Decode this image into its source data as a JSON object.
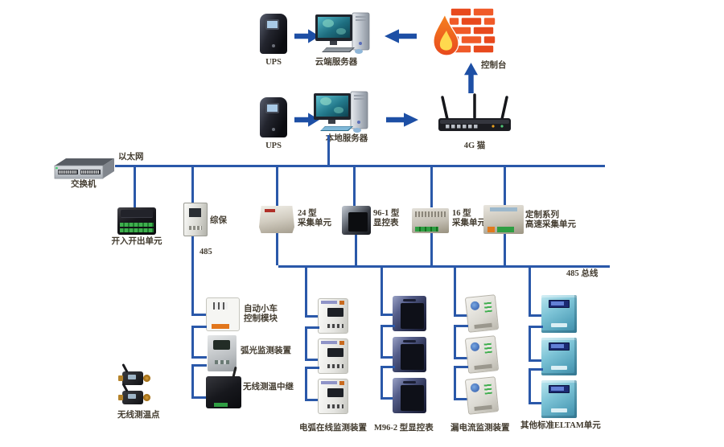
{
  "colors": {
    "line": "#2a58a9",
    "arrow": "#1d4fa5",
    "label": "#433c30"
  },
  "top_row": {
    "ups": "UPS",
    "cloud_server": "云端服务器",
    "console": "控制台"
  },
  "mid_row": {
    "ups": "UPS",
    "local_server": "本地服务器",
    "modem": "4G 猫"
  },
  "lan": {
    "ethernet": "以太网",
    "switch": "交换机"
  },
  "tier1": {
    "io_unit": "开入开出单元",
    "protection": "综保",
    "branch_485": "485",
    "collector24": [
      "24 型",
      "采集单元"
    ],
    "display96": [
      "96-1 型",
      "显控表"
    ],
    "collector16": [
      "16 型",
      "采集单元"
    ],
    "custom": [
      "定制系列",
      "高速采集单元"
    ],
    "bus485": "485 总线"
  },
  "left_chain": {
    "cart": [
      "自动小车",
      "控制模块"
    ],
    "arc_light": "弧光监测装置",
    "temp_relay": "无线测温中继",
    "temp_points": "无线测温点"
  },
  "bottom_columns": {
    "arc": "电弧在线监测装置",
    "m96": "M96-2 型显控表",
    "leakage": "漏电流监测装置",
    "eltam": "其他标准ELTAM单元"
  }
}
